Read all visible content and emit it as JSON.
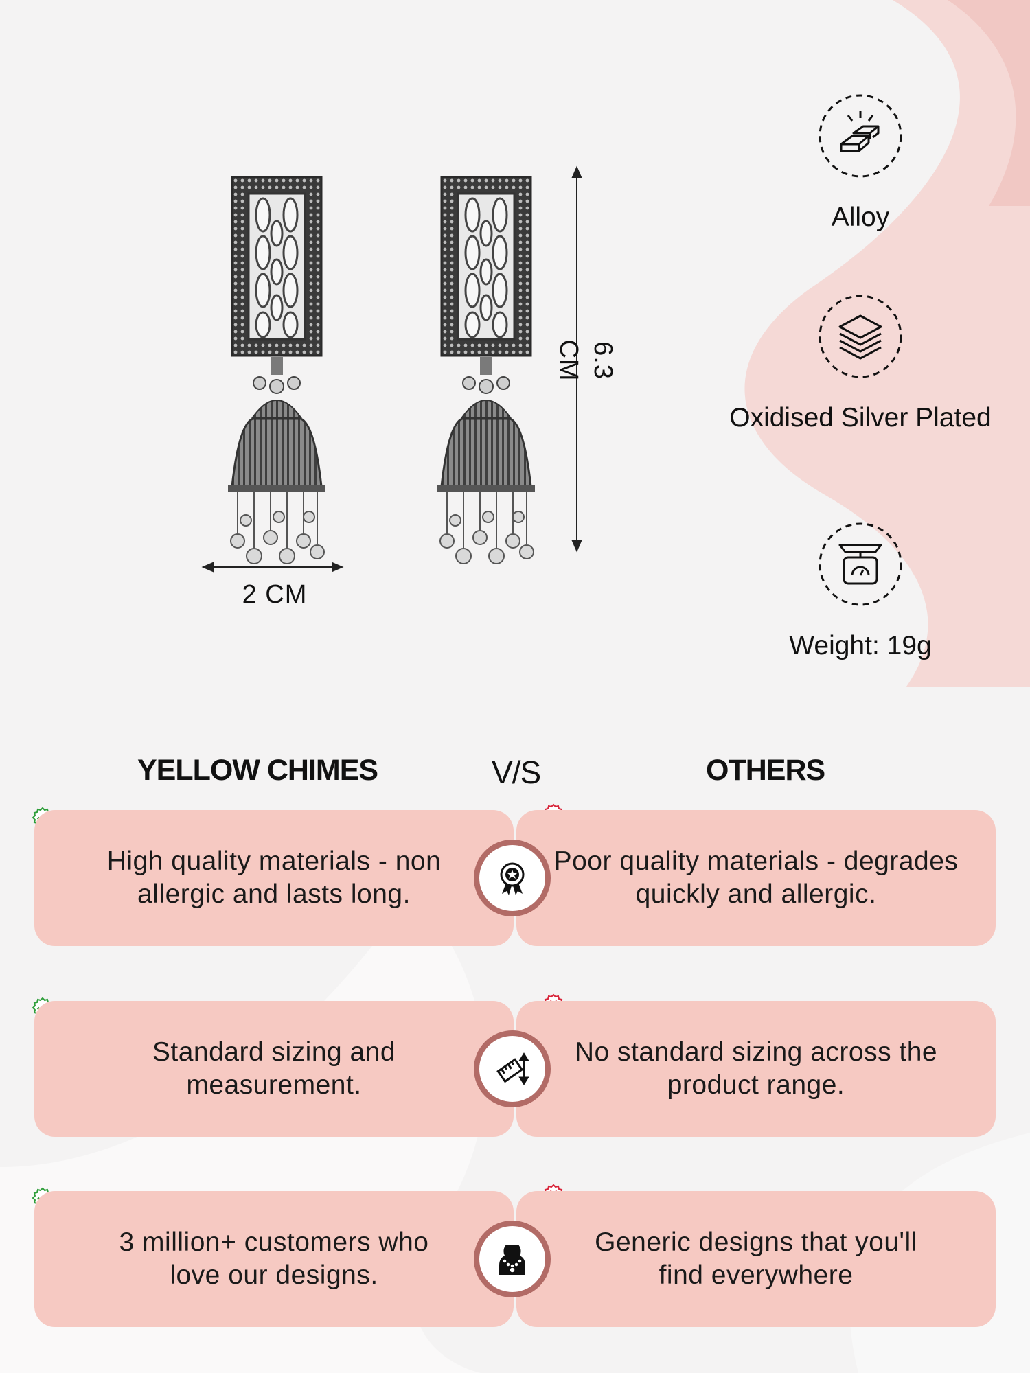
{
  "dimensions": {
    "width_label": "2 CM",
    "height_label": "6.3 CM"
  },
  "features": [
    {
      "icon": "gold-bars-icon",
      "label": "Alloy"
    },
    {
      "icon": "layers-icon",
      "label": "Oxidised Silver Plated"
    },
    {
      "icon": "weighing-scale-icon",
      "label": "Weight: 19g"
    }
  ],
  "comparison": {
    "left_header": "YELLOW CHIMES",
    "mid_header": "V/S",
    "right_header": "OTHERS",
    "rows": [
      {
        "ours": "High quality materials - non allergic and lasts long.",
        "icon": "quality-badge-icon",
        "others": "Poor quality materials - degrades quickly and allergic."
      },
      {
        "ours": "Standard sizing and measurement.",
        "icon": "ruler-icon",
        "others": "No standard sizing across the product range."
      },
      {
        "ours": "3 million+ customers who love our designs.",
        "icon": "jewelry-bust-icon",
        "others": "Generic designs that you'll find everywhere"
      }
    ]
  },
  "colors": {
    "card": "#f6c9c2",
    "icon_ring": "#b26b66",
    "check": "#2e9e3a",
    "cross": "#d8253a",
    "swoosh": "#f3cfcc"
  }
}
